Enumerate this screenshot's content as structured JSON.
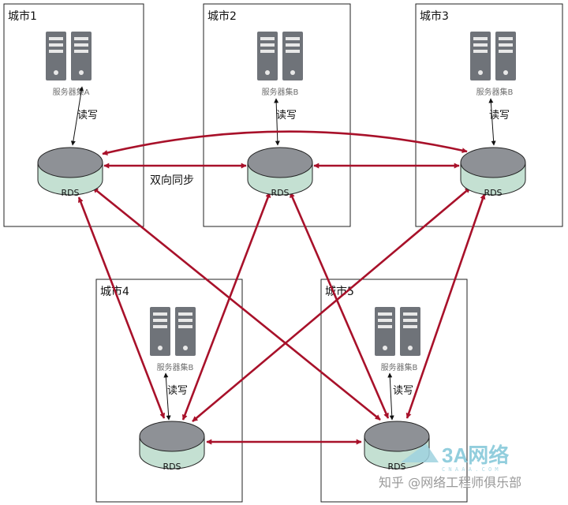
{
  "cities": [
    {
      "title": "城市1",
      "server_label": "服务器集A",
      "rw_label": "读写",
      "rds_label": "RDS"
    },
    {
      "title": "城市2",
      "server_label": "服务器集B",
      "rw_label": "读写",
      "rds_label": "RDS"
    },
    {
      "title": "城市3",
      "server_label": "服务器集B",
      "rw_label": "读写",
      "rds_label": "RDS"
    },
    {
      "title": "城市4",
      "server_label": "服务器集B",
      "rw_label": "读写",
      "rds_label": "RDS"
    },
    {
      "title": "城市5",
      "server_label": "服务器集B",
      "rw_label": "读写",
      "rds_label": "RDS"
    }
  ],
  "sync_label": "双向同步",
  "sync_color": "#a8112a",
  "rds_top_color": "#8e9196",
  "rds_side_color": "#c4e0d2",
  "server_color": "#6f7379",
  "watermark": {
    "brand": "3A网络",
    "brand_small": "C N A A A . C O M",
    "credit": "知乎 @网络工程师俱乐部"
  }
}
